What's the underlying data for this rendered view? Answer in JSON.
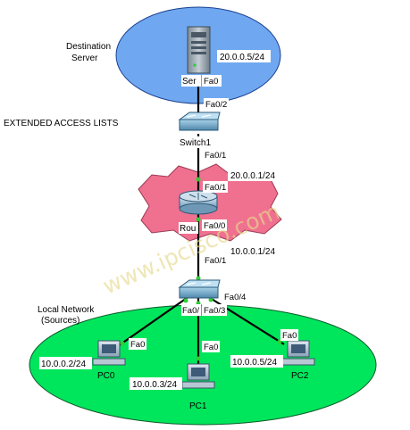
{
  "title": "EXTENDED ACCESS LISTS",
  "watermark": "www.ipcisco.com",
  "zones": {
    "destination": {
      "line1": "Destination",
      "line2": "Server"
    },
    "local": {
      "line1": "Local Network",
      "line2": "(Sources)"
    }
  },
  "devices": {
    "server": {
      "name": "Ser",
      "ip": "20.0.0.5/24",
      "port": "Fa0"
    },
    "switch1": {
      "name": "Switch1",
      "port_up": "Fa0/2",
      "port_down": "Fa0/1"
    },
    "router": {
      "name": "Rou",
      "ip_up": "20.0.0.1/24",
      "ip_down": "10.0.0.1/24",
      "port_up": "Fa0/1",
      "port_down": "Fa0/0"
    },
    "switch2": {
      "port_up": "Fa0/1",
      "port_left": "Fa0/",
      "port_mid": "Fa0/3",
      "port_right": "Fa0/4"
    },
    "pc0": {
      "name": "PC0",
      "ip": "10.0.0.2/24",
      "port": "Fa0"
    },
    "pc1": {
      "name": "PC1",
      "ip": "10.0.0.3/24",
      "port": "Fa0"
    },
    "pc2": {
      "name": "PC2",
      "ip": "10.0.0.5/24",
      "port": "Fa0"
    }
  },
  "colors": {
    "server_zone": "#6fa8f0",
    "local_zone": "#00e65c",
    "router_zone": "#f0708f",
    "link": "#000000",
    "link_light": "#33cc33"
  }
}
